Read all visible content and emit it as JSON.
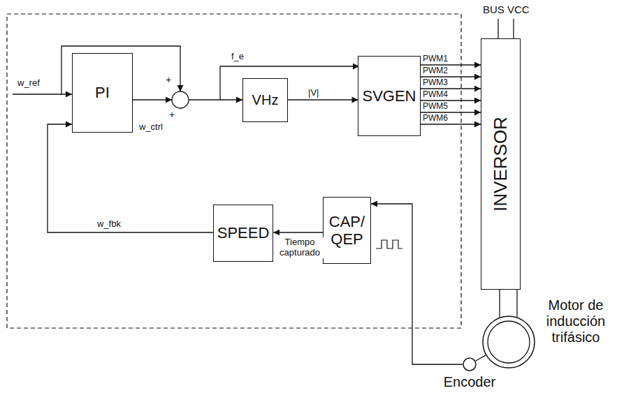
{
  "diagram": {
    "nodes": [
      {
        "text": [
          "PI"
        ]
      },
      {
        "text": [
          "VHz"
        ]
      },
      {
        "text": [
          "SVGEN"
        ]
      },
      {
        "text": [
          "INVERSOR"
        ]
      },
      {
        "text": [
          "SPEED"
        ]
      },
      {
        "text": [
          "CAP/ QEP"
        ]
      },
      {
        "text": [
          "Motor de inducción trifásico"
        ]
      },
      {
        "text": [
          "Encoder"
        ]
      }
    ],
    "edges": [
      {
        "from": 1,
        "to": 2,
        "label": "|V|",
        "arrow": "to"
      },
      {
        "from": 2,
        "to": 3,
        "label": "PWM1",
        "arrow": "to"
      },
      {
        "from": 2,
        "to": 3,
        "label": "PWM2",
        "arrow": "to"
      },
      {
        "from": 2,
        "to": 3,
        "label": "PWM3",
        "arrow": "to"
      },
      {
        "from": 2,
        "to": 3,
        "label": "PWM4",
        "arrow": "to"
      },
      {
        "from": 2,
        "to": 3,
        "label": "PWM5",
        "arrow": "to"
      },
      {
        "from": 2,
        "to": 3,
        "label": "PWM6",
        "arrow": "to"
      },
      {
        "from": 5,
        "to": 4,
        "label": "Tiempo capturado",
        "arrow": "to"
      },
      {
        "from": 4,
        "to": 0,
        "label": "w_fbk",
        "arrow": "to"
      },
      {
        "from": 7,
        "to": 5,
        "arrow": "to"
      },
      {
        "from": 3,
        "to": 6,
        "arrow": "none"
      },
      {
        "from": 3,
        "to": 6,
        "arrow": "none"
      },
      {
        "from": 6,
        "to": 7,
        "arrow": "none"
      }
    ],
    "labels": [
      "BUS VCC",
      "f_e",
      "w_ref",
      "+",
      "+",
      "w_ctrl"
    ]
  }
}
